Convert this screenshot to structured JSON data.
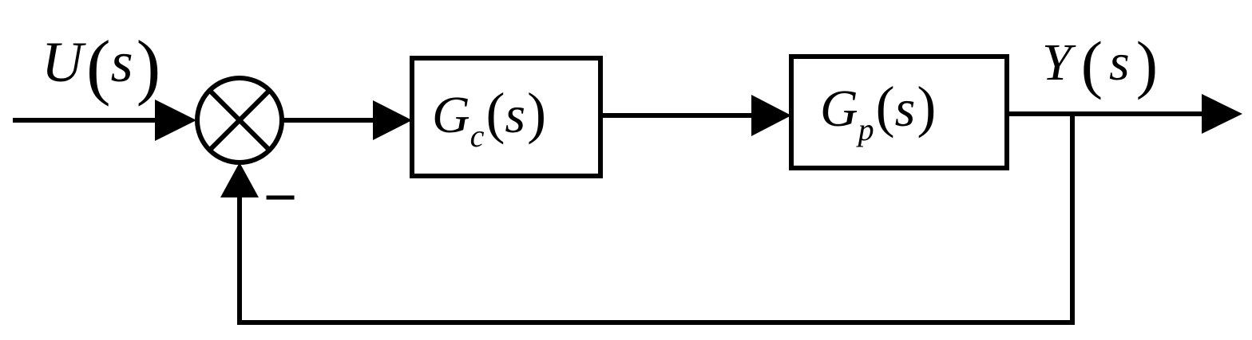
{
  "diagram": {
    "input": {
      "symbol": "U",
      "arg": "s"
    },
    "output": {
      "symbol": "Y",
      "arg": "s"
    },
    "summing_junction": {
      "feedback_sign": "−"
    },
    "controller": {
      "symbol": "G",
      "sub": "c",
      "arg": "s"
    },
    "plant": {
      "symbol": "G",
      "sub": "p",
      "arg": "s"
    }
  }
}
